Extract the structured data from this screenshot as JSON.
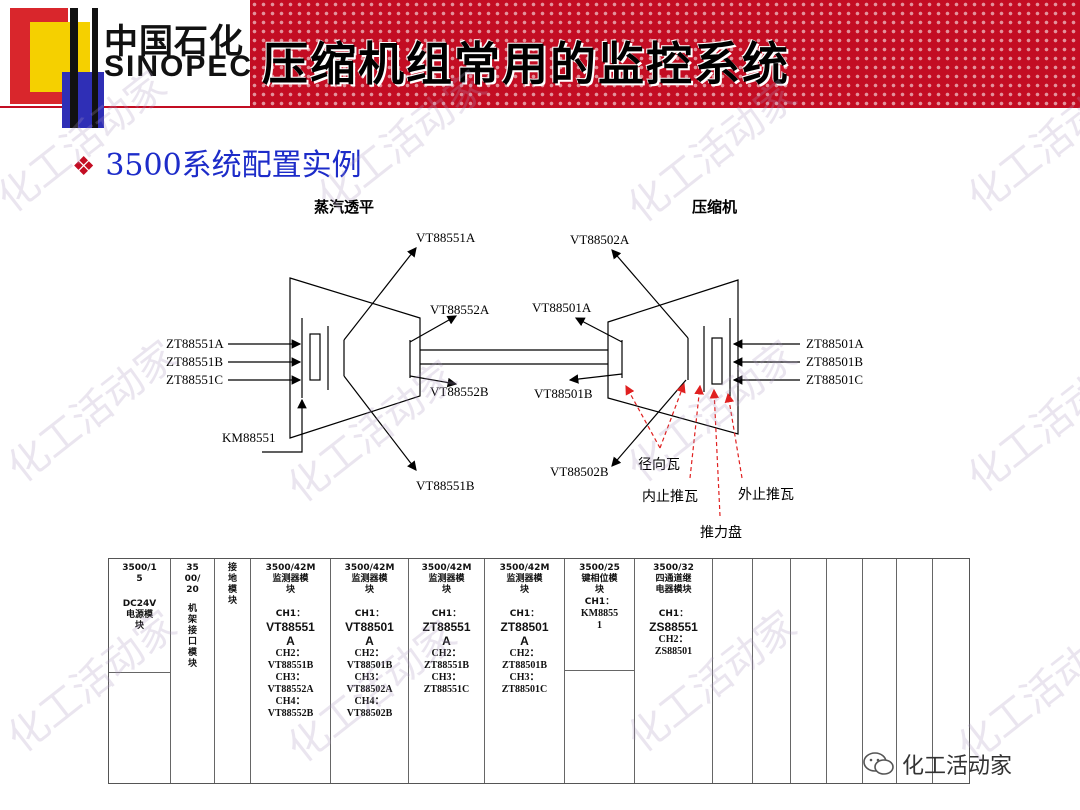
{
  "header": {
    "logo_cn": "中国石化",
    "logo_en": "SINOPEC",
    "title": "压缩机组常用的监控系统"
  },
  "subtitle": "3500系统配置实例",
  "diagram": {
    "left_machine": "蒸汽透平",
    "right_machine": "压缩机",
    "left_axial_a": "ZT88551A",
    "left_axial_b": "ZT88551B",
    "left_axial_c": "ZT88551C",
    "keyphasor": "KM88551",
    "vt_551a": "VT88551A",
    "vt_551b": "VT88551B",
    "vt_552a": "VT88552A",
    "vt_552b": "VT88552B",
    "vt_501a": "VT88501A",
    "vt_501b": "VT88501B",
    "vt_502a": "VT88502A",
    "vt_502b": "VT88502B",
    "right_axial_a": "ZT88501A",
    "right_axial_b": "ZT88501B",
    "right_axial_c": "ZT88501C",
    "radial_bearing": "径向瓦",
    "inner_thrust": "内止推瓦",
    "outer_thrust": "外止推瓦",
    "thrust_disc": "推力盘"
  },
  "rack": {
    "s1": {
      "model": "3500/1\n5",
      "desc": "DC24V\n电源模\n块"
    },
    "s2": {
      "model": "35\n00/\n20",
      "desc": "机\n架\n接\n口\n模\n块"
    },
    "s3": {
      "desc": "接\n地\n模\n块"
    },
    "s4": {
      "model": "3500/42M",
      "desc": "监测器模\n块",
      "ch1": "CH1：",
      "ch1v": "VT88551\nA",
      "rest": "CH2：\nVT88551B\nCH3：\nVT88552A\nCH4：\nVT88552B"
    },
    "s5": {
      "model": "3500/42M",
      "desc": "监测器模\n块",
      "ch1": "CH1：",
      "ch1v": "VT88501\nA",
      "rest": "CH2：\nVT88501B\nCH3：\nVT88502A\nCH4：\nVT88502B"
    },
    "s6": {
      "model": "3500/42M",
      "desc": "监测器模\n块",
      "ch1": "CH1：",
      "ch1v": "ZT88551\nA",
      "rest": "CH2：\nZT88551B\nCH3：\nZT88551C"
    },
    "s7": {
      "model": "3500/42M",
      "desc": "监测器模\n块",
      "ch1": "CH1：",
      "ch1v": "ZT88501\nA",
      "rest": "CH2：\nZT88501B\nCH3：\nZT88501C"
    },
    "s8": {
      "model": "3500/25",
      "desc": "键相位模\n块",
      "ch1": "CH1：",
      "ch1v": "KM8855\n1"
    },
    "s9": {
      "model": "3500/32",
      "desc": "四通道继\n电器模块",
      "ch1": "CH1：",
      "ch1v": "ZS88551",
      "rest": "CH2：\nZS88501"
    }
  },
  "watermark": "化工活动家",
  "brand": "化工活动家"
}
